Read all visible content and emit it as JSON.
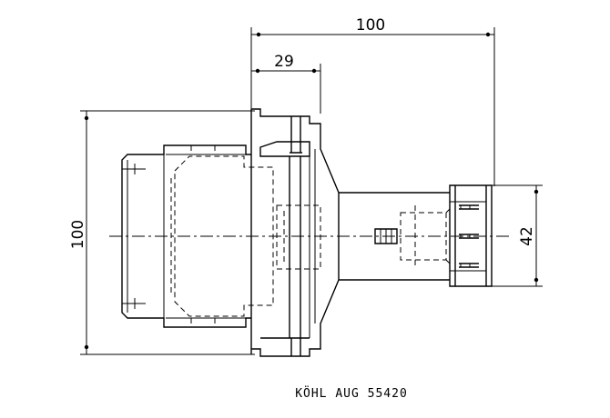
{
  "dimensions": {
    "overall_length": "100",
    "flange_depth": "29",
    "body_height": "100",
    "shaft_diameter": "42"
  },
  "caption": "KÖHL  AUG 55420"
}
